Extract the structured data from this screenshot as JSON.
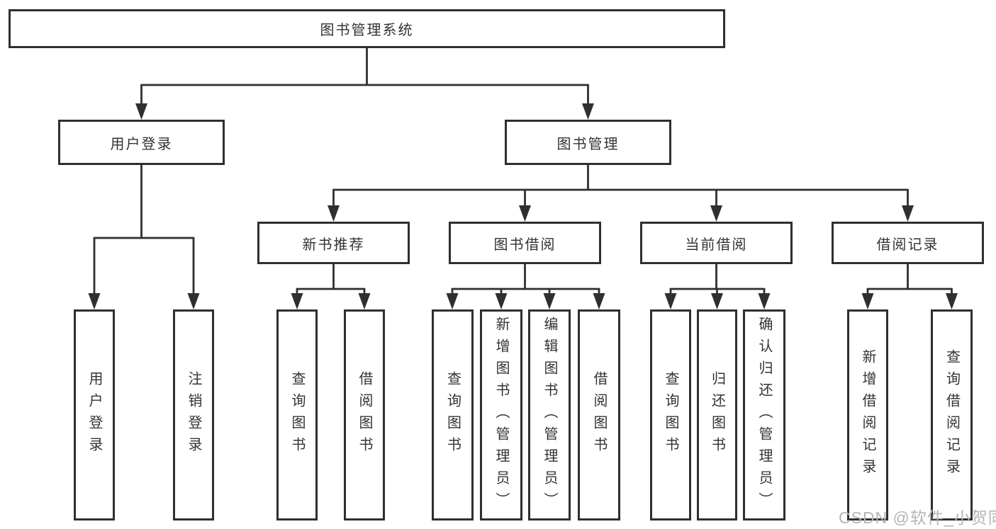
{
  "diagram": {
    "title": "图书管理系统",
    "level2": {
      "user_login": "用户登录",
      "book_mgmt": "图书管理"
    },
    "level3": {
      "new_books": "新书推荐",
      "book_borrow": "图书借阅",
      "current_borrow": "当前借阅",
      "borrow_records": "借阅记录"
    },
    "leaves": {
      "user_login": [
        "用户登录",
        "注销登录"
      ],
      "new_books": [
        "查询图书",
        "借阅图书"
      ],
      "book_borrow": [
        "查询图书",
        "新增图书（管理员）",
        "编辑图书（管理员）",
        "借阅图书"
      ],
      "current_borrow": [
        "查询图书",
        "归还图书",
        "确认归还（管理员）"
      ],
      "borrow_records": [
        "新增借阅记录",
        "查询借阅记录"
      ]
    }
  },
  "watermark": {
    "text": "CSDN @软件_小贺同学"
  },
  "colors": {
    "line": "#2f2f2f",
    "node_border": "#2f2f2f",
    "text": "#333333",
    "watermark": "#b5b5b5",
    "background": "#ffffff"
  }
}
